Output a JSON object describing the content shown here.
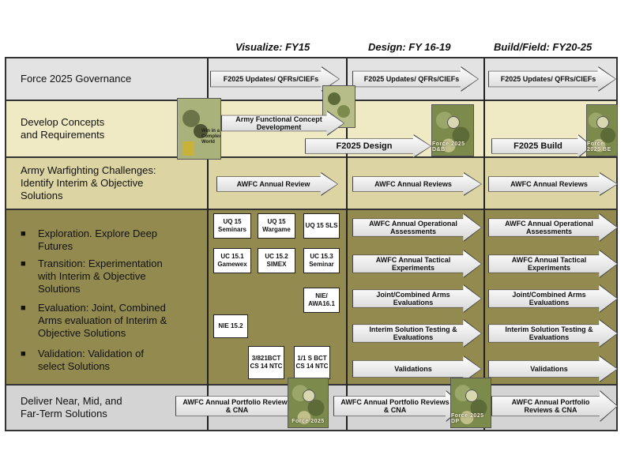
{
  "phases": [
    {
      "label": "Visualize: FY15"
    },
    {
      "label": "Design: FY 16-19"
    },
    {
      "label": "Build/Field: FY20-25"
    }
  ],
  "rows": {
    "governance": {
      "label": "Force 2025 Governance"
    },
    "concepts": {
      "label_1": "Develop Concepts",
      "label_2": "and Requirements"
    },
    "awfc": {
      "label_1": "Army Warfighting Challenges:",
      "label_2": "Identify Interim & Objective",
      "label_3": "Solutions"
    },
    "bullets": [
      {
        "lines": [
          "Exploration. Explore Deep",
          "Futures"
        ]
      },
      {
        "lines": [
          "Transition: Experimentation",
          "with Interim & Objective",
          "Solutions"
        ]
      },
      {
        "lines": [
          "Evaluation: Joint, Combined",
          "Arms evaluation of Interim &",
          "Objective Solutions"
        ]
      },
      {
        "lines": [
          "Validation: Validation of",
          "select Solutions"
        ]
      }
    ],
    "deliver": {
      "label_1": "Deliver Near, Mid, and",
      "label_2": "Far-Term Solutions"
    }
  },
  "arrows": {
    "gov_1": "F2025 Updates/ QFRs/CIEFs",
    "gov_2": "F2025 Updates/ QFRs/CIEFs",
    "gov_3": "F2025 Updates/ QFRs/CIEFs",
    "concept_dev": "Army Functional Concept Development",
    "f2025_design": "F2025 Design",
    "f2025_build": "F2025 Build",
    "awfc_1": "AWFC Annual Review",
    "awfc_2": "AWFC Annual Reviews",
    "awfc_3": "AWFC Annual Reviews",
    "ops_2": "AWFC Annual Operational Assessments",
    "ops_3": "AWFC Annual Operational Assessments",
    "tac_2": "AWFC Annual Tactical Experiments",
    "tac_3": "AWFC Annual Tactical Experiments",
    "joint_2": "Joint/Combined Arms Evaluations",
    "joint_3": "Joint/Combined Arms Evaluations",
    "interim_2": "Interim Solution Testing & Evaluations",
    "interim_3": "Interim Solution Testing & Evaluations",
    "valid_2": "Validations",
    "valid_3": "Validations",
    "deliver_1": "AWFC Annual Portfolio Reviews & CNA",
    "deliver_2": "AWFC Annual Portfolio Reviews & CNA",
    "deliver_3": "AWFC Annual Portfolio Reviews & CNA"
  },
  "events": {
    "uq_seminars": "UQ 15 Seminars",
    "uq_wargame": "UQ 15 Wargame",
    "uq_sls": "UQ 15 SLS",
    "uc_gamewex": "UC 15.1 Gamewex",
    "uc_simex": "UC 15.2 SIMEX",
    "uc_seminar": "UC 15.3 Seminar",
    "nie_awa": "NIE/ AWA16.1",
    "nie_152": "NIE 15.2",
    "bct_382": "3/821BCT CS 14 NTC",
    "bct_11": "1/1 S BCT CS 14 NTC"
  },
  "images": {
    "cover_a": "Force 2025 D&B",
    "cover_b": "Force 2025 BE",
    "cover_c": "Force 2025",
    "cover_d": "Force 2025 DP",
    "book_text": "Win in a Complex World"
  },
  "colors": {
    "row_light": "#e6e6e6",
    "row_concepts": "#efe9c4",
    "row_awfc": "#dcd4a2",
    "row_dark": "#938a50",
    "row_deliver": "#d6d6d6",
    "top_arrow": "#3b6fb4"
  }
}
